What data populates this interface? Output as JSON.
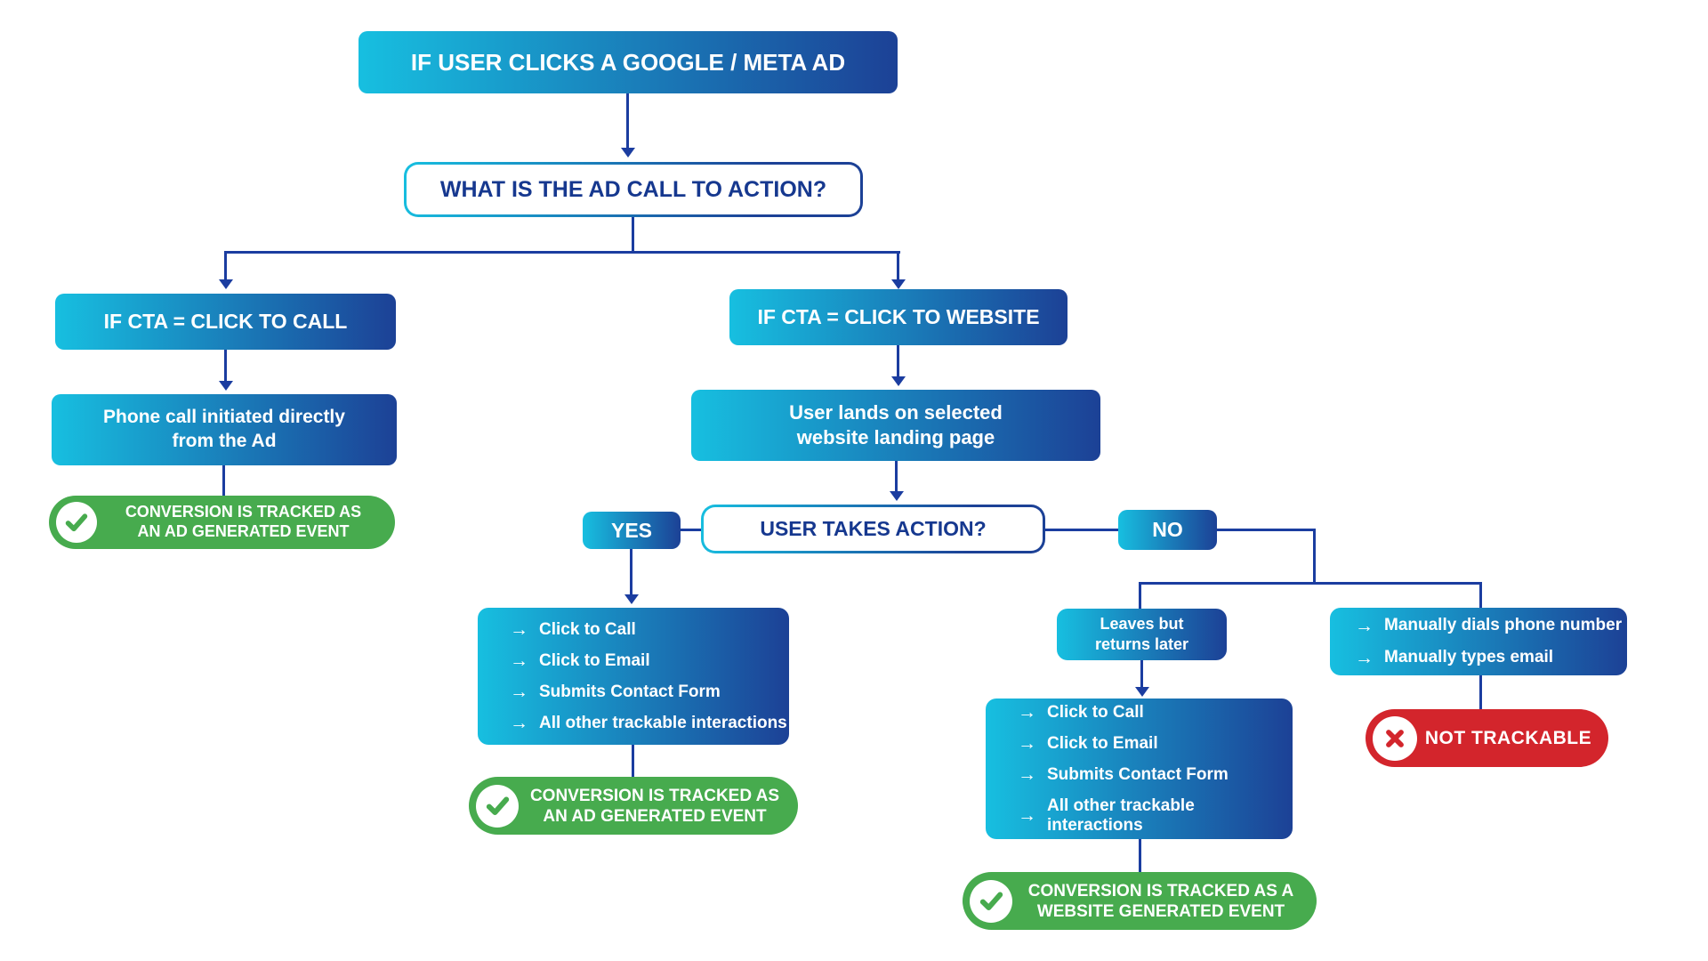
{
  "diagram": {
    "colors": {
      "cyan": "#17bfe0",
      "navy": "#1c4196",
      "line": "#1b3da0",
      "green": "#47ab4e",
      "red": "#d3252c",
      "text_navy": "#16388f"
    },
    "icons": {
      "check": "check-icon",
      "cross": "x-icon",
      "bullet_arrow": "→"
    },
    "nodes": {
      "start": "IF USER CLICKS A GOOGLE / META AD",
      "question_cta": "WHAT IS THE AD CALL TO ACTION?",
      "cta_call": "IF CTA = CLICK TO CALL",
      "phone_call_line1": "Phone call initiated directly",
      "phone_call_line2": "from the Ad",
      "conversion_ad_line1": "CONVERSION IS TRACKED AS",
      "conversion_ad_line2": "AN AD GENERATED EVENT",
      "cta_website": "IF CTA = CLICK TO WEBSITE",
      "user_lands_line1": "User lands on selected",
      "user_lands_line2": "website landing page",
      "question_action": "USER TAKES ACTION?",
      "yes": "YES",
      "no": "NO",
      "trackable_actions": [
        "Click to Call",
        "Click to Email",
        "Submits Contact Form",
        "All other trackable interactions"
      ],
      "leaves_line1": "Leaves but",
      "leaves_line2": "returns later",
      "manual_actions": [
        "Manually dials phone number",
        "Manually types email"
      ],
      "conversion_web_line1": "CONVERSION IS TRACKED AS A",
      "conversion_web_line2": "WEBSITE GENERATED EVENT",
      "not_trackable": "NOT TRACKABLE"
    }
  }
}
